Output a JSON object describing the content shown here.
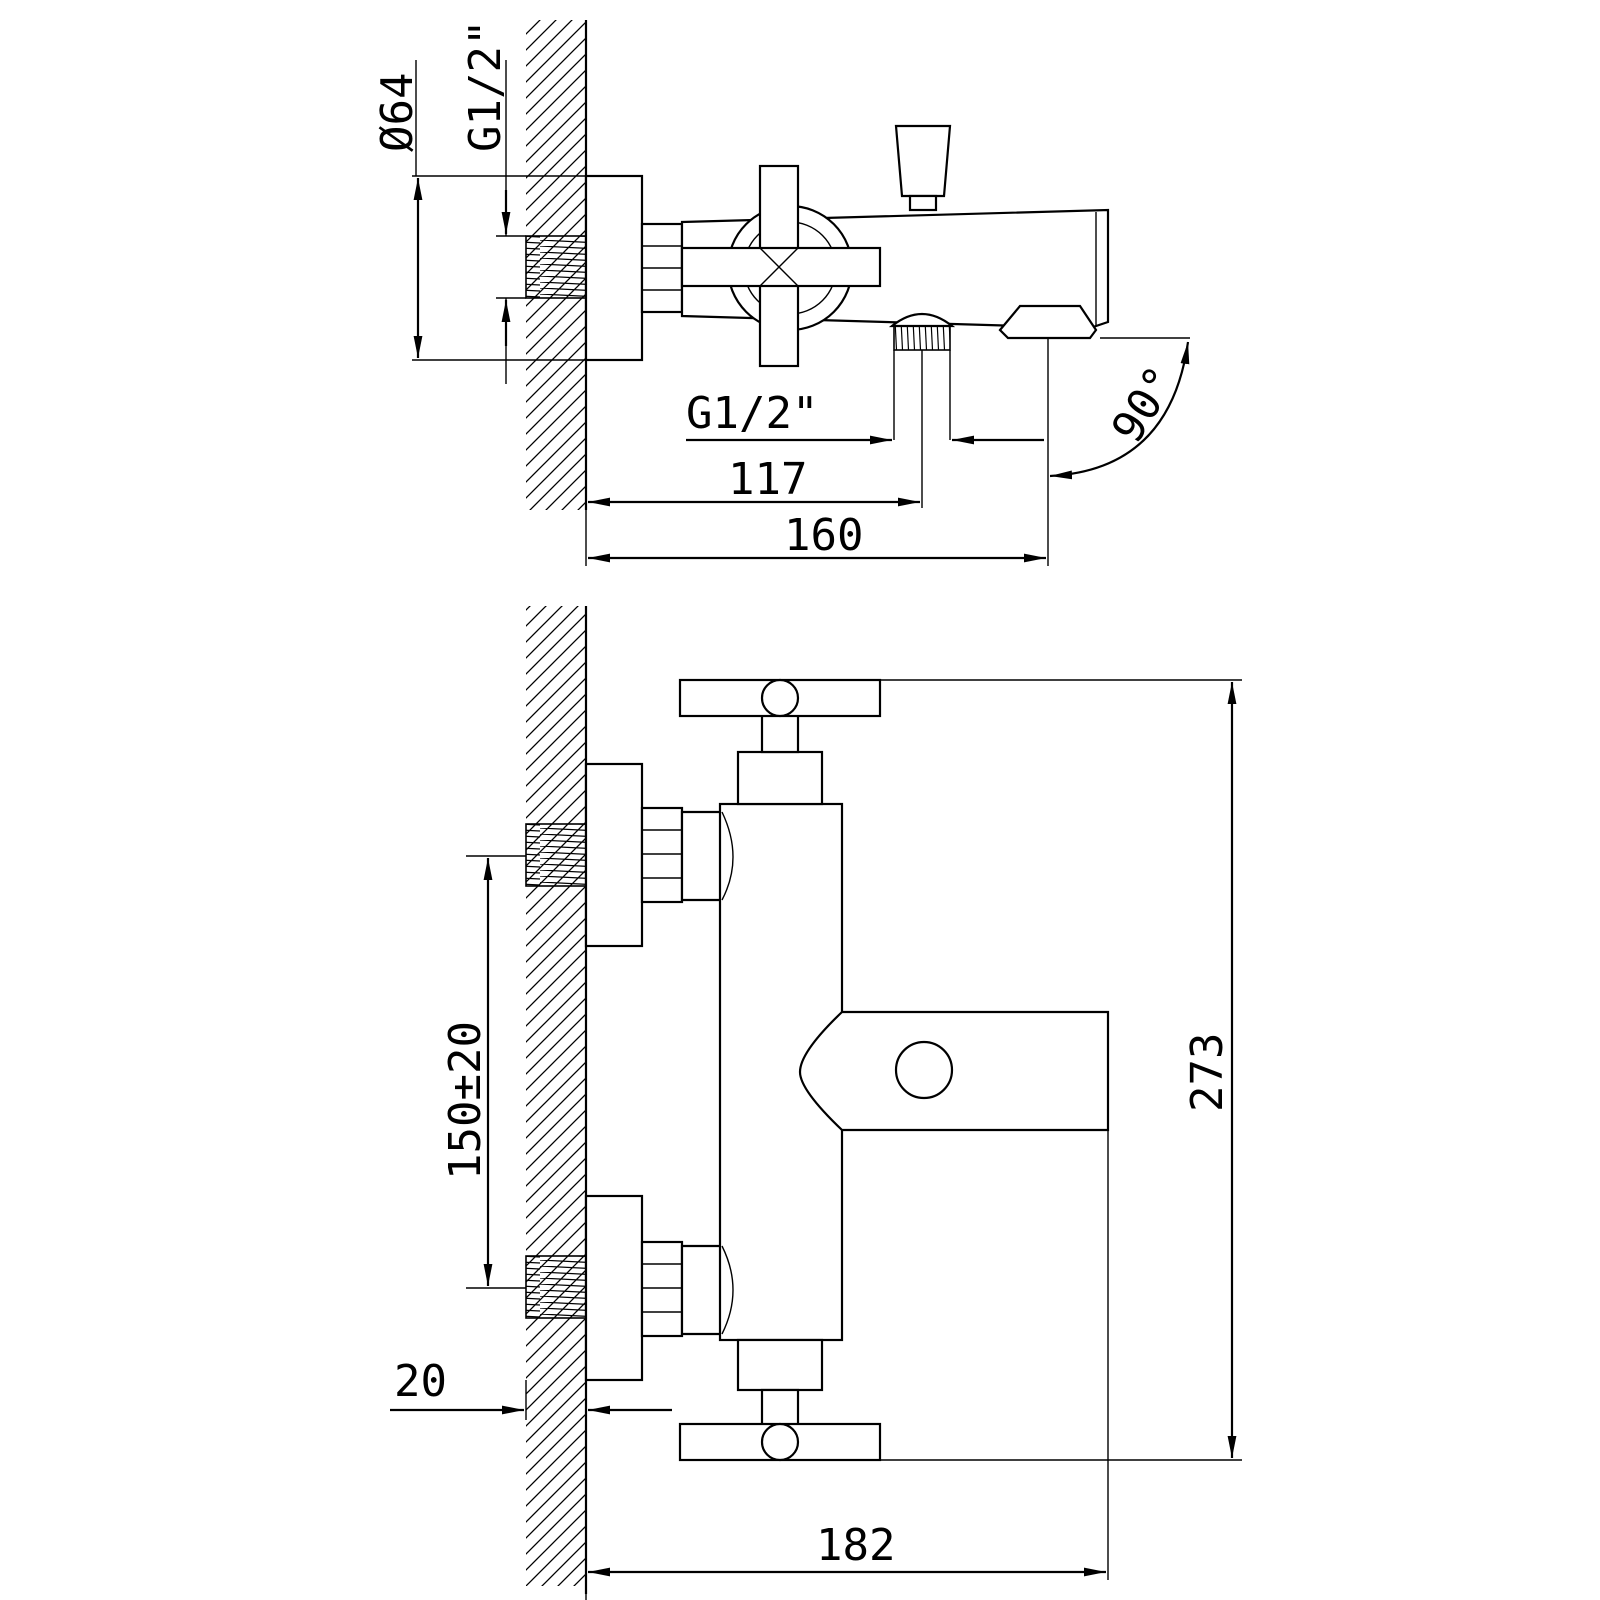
{
  "title": "",
  "top_view": {
    "dim_diameter": "Ø64",
    "dim_inlet_thread": "G1/2\"",
    "dim_outlet_thread": "G1/2\"",
    "dim_outlet_offset": "117",
    "dim_projection": "160",
    "dim_angle": "90°"
  },
  "front_view": {
    "dim_inlet_spacing": "150±20",
    "dim_wall_offset": "20",
    "dim_height": "273",
    "dim_width": "182"
  }
}
